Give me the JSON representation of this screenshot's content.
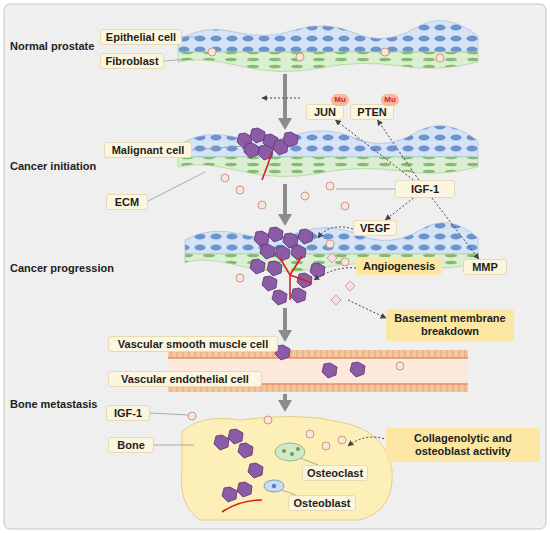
{
  "diagram": {
    "nodes": [
      {
        "text": [
          "Epithelial cell"
        ]
      },
      {
        "text": [
          "Fibroblast"
        ]
      },
      {
        "text": [
          "JUN"
        ]
      },
      {
        "text": [
          "Mu"
        ],
        "in": 2
      },
      {
        "text": [
          "PTEN"
        ]
      },
      {
        "text": [
          "Mu"
        ],
        "in": 4
      },
      {
        "text": [
          "Malignant cell"
        ]
      },
      {
        "text": [
          "IGF-1"
        ]
      },
      {
        "text": [
          "ECM"
        ]
      },
      {
        "text": [
          "VEGF"
        ]
      },
      {
        "text": [
          "Angiogenesis"
        ]
      },
      {
        "text": [
          "MMP"
        ]
      },
      {
        "text": [
          "Basement membrane breakdown"
        ]
      },
      {
        "text": [
          "Vascular smooth muscle cell"
        ]
      },
      {
        "text": [
          "Vascular endothelial cell"
        ]
      },
      {
        "text": [
          "IGF-1"
        ]
      },
      {
        "text": [
          "Collagenolytic and osteoblast activity"
        ]
      },
      {
        "text": [
          "Bone"
        ]
      },
      {
        "text": [
          "Osteoclast"
        ]
      },
      {
        "text": [
          "Osteoblast"
        ]
      }
    ],
    "edges": [
      {
        "from": 7,
        "to": 2,
        "arrow": "to"
      },
      {
        "from": 7,
        "to": 4,
        "arrow": "to"
      },
      {
        "from": 7,
        "to": 9,
        "arrow": "to"
      },
      {
        "from": 7,
        "to": 11,
        "arrow": "to"
      }
    ],
    "labels": [
      "Normal prostate",
      "Cancer initiation",
      "Cancer progression",
      "Bone metastasis"
    ]
  }
}
